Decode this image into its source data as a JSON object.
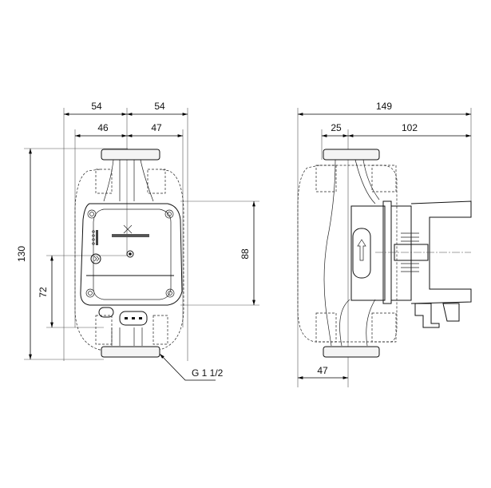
{
  "front_view": {
    "dim_top_left": "54",
    "dim_top_right": "54",
    "dim_inner_left": "46",
    "dim_inner_right": "47",
    "dim_height": "130",
    "dim_lower": "72",
    "dim_box": "88",
    "thread_label": "G 1 1/2"
  },
  "side_view": {
    "dim_total": "149",
    "dim_left": "25",
    "dim_right": "102",
    "dim_bottom": "47"
  }
}
